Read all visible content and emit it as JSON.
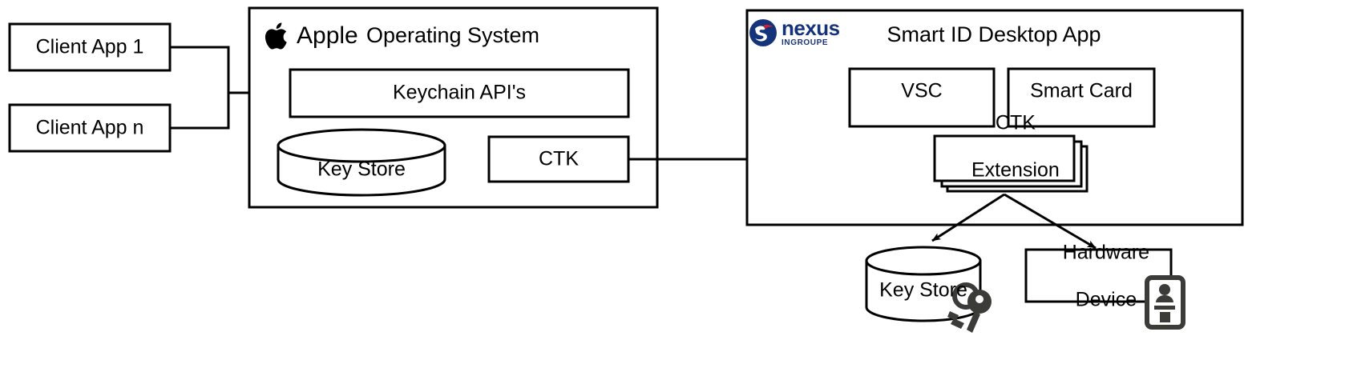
{
  "diagram": {
    "title": "Apple Keychain / Nexus Smart ID Desktop App CTK architecture",
    "stroke_color": "#000000",
    "background": "#ffffff",
    "nexus_blue": "#15337a",
    "nexus_red": "#d0202f",
    "icon_dark": "#3b3b38"
  },
  "clients": {
    "app1": {
      "label": "Client App 1"
    },
    "appn": {
      "label": "Client App n"
    }
  },
  "os_container": {
    "vendor_label": "Apple",
    "title": "Operating System",
    "logo_icon": "apple-logo-icon",
    "boxes": {
      "keychain": {
        "label": "Keychain API's"
      },
      "key_store": {
        "label": "Key Store"
      },
      "ctk": {
        "label": "CTK"
      }
    }
  },
  "app_container": {
    "brand_word": "nexus",
    "brand_sub": "INGROUPE",
    "logo_icon": "nexus-logo-icon",
    "title": "Smart ID Desktop App",
    "boxes": {
      "vsc": {
        "label": "VSC"
      },
      "smart_card": {
        "label": "Smart Card"
      },
      "ctk_extension": {
        "label_line1": "CTK",
        "label_line2": "Extension"
      }
    }
  },
  "external": {
    "key_store": {
      "label": "Key Store",
      "icon": "keys-icon"
    },
    "hardware_device": {
      "label_line1": "Hardware",
      "label_line2": "Device",
      "icon": "id-badge-icon"
    }
  },
  "connectors": [
    {
      "name": "clients-to-keychain",
      "from": "Client Apps",
      "to": "Keychain API's",
      "arrow": "single"
    },
    {
      "name": "ctk-to-ctk-extension",
      "from": "CTK",
      "to": "CTK Extension",
      "arrow": "single"
    },
    {
      "name": "ctk-extension-to-key-store",
      "from": "CTK Extension",
      "to": "Key Store",
      "arrow": "single"
    },
    {
      "name": "ctk-extension-to-hardware-device",
      "from": "CTK Extension",
      "to": "Hardware Device",
      "arrow": "single"
    }
  ]
}
